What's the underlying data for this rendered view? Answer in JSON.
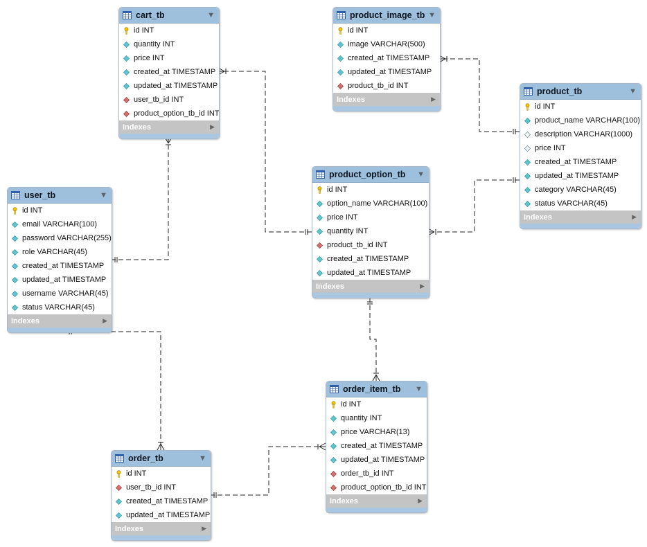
{
  "indexes_label": "Indexes",
  "colors": {
    "header": "#9fc0dc",
    "pk_icon": "#f2c500",
    "column_icon": "#5fc6cf",
    "fk_icon": "#d47070",
    "nullable_icon": "#ffffff",
    "relation_line": "#222222"
  },
  "tables": [
    {
      "name": "cart_tb",
      "columns": [
        {
          "label": "id INT",
          "kind": "pk"
        },
        {
          "label": "quantity INT",
          "kind": "col"
        },
        {
          "label": "price INT",
          "kind": "col"
        },
        {
          "label": "created_at TIMESTAMP",
          "kind": "col"
        },
        {
          "label": "updated_at TIMESTAMP",
          "kind": "col"
        },
        {
          "label": "user_tb_id INT",
          "kind": "fk"
        },
        {
          "label": "product_option_tb_id INT",
          "kind": "fk"
        }
      ]
    },
    {
      "name": "product_image_tb",
      "columns": [
        {
          "label": "id INT",
          "kind": "pk"
        },
        {
          "label": "image VARCHAR(500)",
          "kind": "col"
        },
        {
          "label": "created_at TIMESTAMP",
          "kind": "col"
        },
        {
          "label": "updated_at TIMESTAMP",
          "kind": "col"
        },
        {
          "label": "product_tb_id INT",
          "kind": "fk"
        }
      ]
    },
    {
      "name": "product_tb",
      "columns": [
        {
          "label": "id INT",
          "kind": "pk"
        },
        {
          "label": "product_name VARCHAR(100)",
          "kind": "col"
        },
        {
          "label": "description VARCHAR(1000)",
          "kind": "nullable"
        },
        {
          "label": "price INT",
          "kind": "nullable"
        },
        {
          "label": "created_at TIMESTAMP",
          "kind": "col"
        },
        {
          "label": "updated_at TIMESTAMP",
          "kind": "col"
        },
        {
          "label": "category VARCHAR(45)",
          "kind": "col"
        },
        {
          "label": "status VARCHAR(45)",
          "kind": "col"
        }
      ]
    },
    {
      "name": "user_tb",
      "columns": [
        {
          "label": "id INT",
          "kind": "pk"
        },
        {
          "label": "email VARCHAR(100)",
          "kind": "col"
        },
        {
          "label": "password VARCHAR(255)",
          "kind": "col"
        },
        {
          "label": "role VARCHAR(45)",
          "kind": "col"
        },
        {
          "label": "created_at TIMESTAMP",
          "kind": "col"
        },
        {
          "label": "updated_at TIMESTAMP",
          "kind": "col"
        },
        {
          "label": "username VARCHAR(45)",
          "kind": "col"
        },
        {
          "label": "status VARCHAR(45)",
          "kind": "col"
        }
      ]
    },
    {
      "name": "product_option_tb",
      "columns": [
        {
          "label": "id INT",
          "kind": "pk"
        },
        {
          "label": "option_name VARCHAR(100)",
          "kind": "col"
        },
        {
          "label": "price INT",
          "kind": "col"
        },
        {
          "label": "quantity INT",
          "kind": "col"
        },
        {
          "label": "product_tb_id INT",
          "kind": "fk"
        },
        {
          "label": "created_at TIMESTAMP",
          "kind": "col"
        },
        {
          "label": "updated_at TIMESTAMP",
          "kind": "col"
        }
      ]
    },
    {
      "name": "order_item_tb",
      "columns": [
        {
          "label": "id INT",
          "kind": "pk"
        },
        {
          "label": "quantity INT",
          "kind": "col"
        },
        {
          "label": "price VARCHAR(13)",
          "kind": "col"
        },
        {
          "label": "created_at TIMESTAMP",
          "kind": "col"
        },
        {
          "label": "updated_at TIMESTAMP",
          "kind": "col"
        },
        {
          "label": "order_tb_id INT",
          "kind": "fk"
        },
        {
          "label": "product_option_tb_id INT",
          "kind": "fk"
        }
      ]
    },
    {
      "name": "order_tb",
      "columns": [
        {
          "label": "id INT",
          "kind": "pk"
        },
        {
          "label": "user_tb_id INT",
          "kind": "fk"
        },
        {
          "label": "created_at TIMESTAMP",
          "kind": "col"
        },
        {
          "label": "updated_at TIMESTAMP",
          "kind": "col"
        }
      ]
    }
  ],
  "relationships": [
    {
      "from": "user_tb",
      "to": "cart_tb",
      "cardinality": "one-to-many"
    },
    {
      "from": "product_option_tb",
      "to": "cart_tb",
      "cardinality": "one-to-many"
    },
    {
      "from": "product_tb",
      "to": "product_image_tb",
      "cardinality": "one-to-many"
    },
    {
      "from": "product_tb",
      "to": "product_option_tb",
      "cardinality": "one-to-many"
    },
    {
      "from": "product_option_tb",
      "to": "order_item_tb",
      "cardinality": "one-to-many"
    },
    {
      "from": "user_tb",
      "to": "order_tb",
      "cardinality": "one-to-many"
    },
    {
      "from": "order_tb",
      "to": "order_item_tb",
      "cardinality": "one-to-many"
    }
  ]
}
